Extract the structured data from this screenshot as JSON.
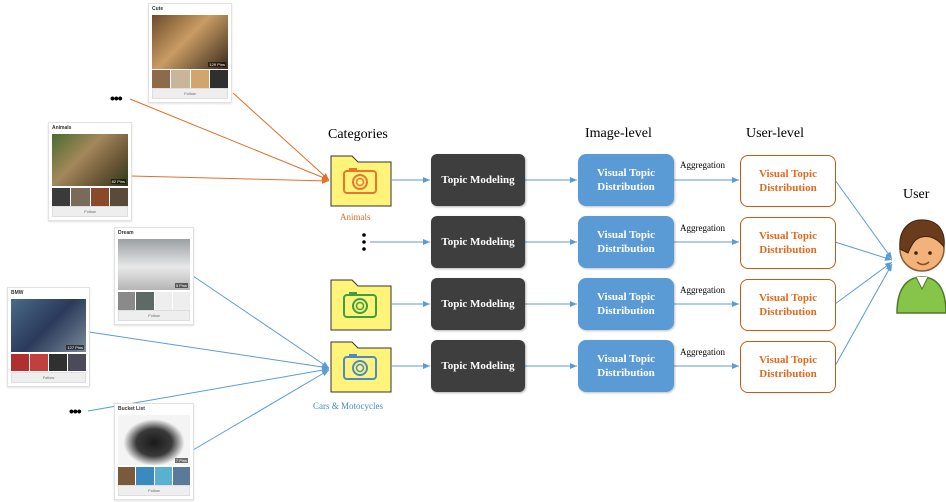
{
  "headers": {
    "categories": "Categories",
    "image_level": "Image-level",
    "user_level": "User-level",
    "user": "User"
  },
  "cards": [
    {
      "title": "Cute",
      "pins": "129 Pins",
      "follow": "Follow"
    },
    {
      "title": "Animals",
      "pins": "82 Pins",
      "follow": "Follow"
    },
    {
      "title": "Dream",
      "pins": "5 Pins",
      "follow": "Follow"
    },
    {
      "title": "BMW",
      "pins": "127 Pins",
      "follow": "Follow"
    },
    {
      "title": "Bucket List",
      "pins": "7 Pins",
      "follow": "Follow"
    }
  ],
  "ellipsis": "•••",
  "category_labels": {
    "animals": "Animals",
    "cars": "Cars & Motocycles"
  },
  "rows": [
    {
      "topic": "Topic Modeling",
      "visual_line1": "Visual Topic",
      "visual_line2": "Distribution",
      "aggregation": "Aggregation",
      "user_line1": "Visual Topic",
      "user_line2": "Distribution"
    },
    {
      "topic": "Topic Modeling",
      "visual_line1": "Visual Topic",
      "visual_line2": "Distribution",
      "aggregation": "Aggregation",
      "user_line1": "Visual Topic",
      "user_line2": "Distribution"
    },
    {
      "topic": "Topic Modeling",
      "visual_line1": "Visual Topic",
      "visual_line2": "Distribution",
      "aggregation": "Aggregation",
      "user_line1": "Visual Topic",
      "user_line2": "Distribution"
    },
    {
      "topic": "Topic Modeling",
      "visual_line1": "Visual Topic",
      "visual_line2": "Distribution",
      "aggregation": "Aggregation",
      "user_line1": "Visual Topic",
      "user_line2": "Distribution"
    }
  ],
  "colors": {
    "orange_arrow": "#e0702a",
    "blue_arrow": "#5b9bd5",
    "topic_box": "#3e3e3e",
    "visual_box": "#5b9bd5",
    "user_box_border": "#c55a11",
    "folder": "#fff37a"
  }
}
